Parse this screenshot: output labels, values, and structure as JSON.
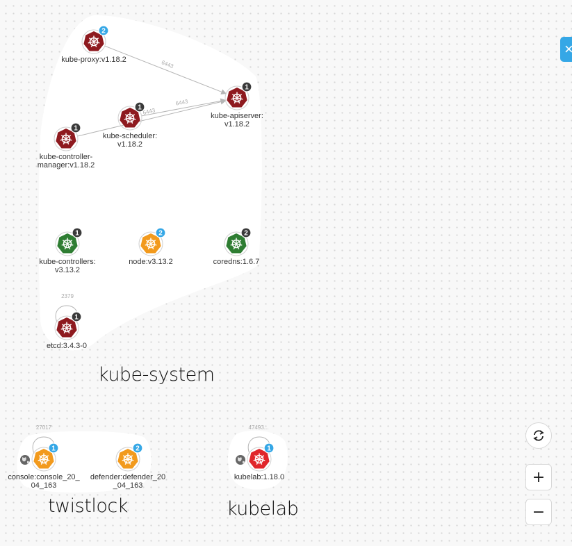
{
  "groups": [
    {
      "name": "kube-system"
    },
    {
      "name": "twistlock"
    },
    {
      "name": "kubelab"
    }
  ],
  "nodes": [
    {
      "id": "kube-proxy",
      "label": "kube-proxy:v1.18.2",
      "color": "#8e1a1f",
      "badge": "2",
      "badge_color": "#35a7e6",
      "external": false
    },
    {
      "id": "kube-apiserver",
      "label": "kube-apiserver:\nv1.18.2",
      "color": "#8e1a1f",
      "badge": "1",
      "badge_color": "#3a3a3a",
      "external": false
    },
    {
      "id": "kube-scheduler",
      "label": "kube-scheduler:\nv1.18.2",
      "color": "#8e1a1f",
      "badge": "1",
      "badge_color": "#3a3a3a",
      "external": false
    },
    {
      "id": "kube-controller-manager",
      "label": "kube-controller-\nmanager:v1.18.2",
      "color": "#8e1a1f",
      "badge": "1",
      "badge_color": "#3a3a3a",
      "external": false
    },
    {
      "id": "kube-controllers",
      "label": "kube-controllers:\nv3.13.2",
      "color": "#2e7d32",
      "badge": "1",
      "badge_color": "#3a3a3a",
      "external": false
    },
    {
      "id": "node",
      "label": "node:v3.13.2",
      "color": "#f29a1d",
      "badge": "2",
      "badge_color": "#35a7e6",
      "external": false
    },
    {
      "id": "coredns",
      "label": "coredns:1.6.7",
      "color": "#2e7d32",
      "badge": "2",
      "badge_color": "#3a3a3a",
      "external": false
    },
    {
      "id": "etcd",
      "label": "etcd:3.4.3-0",
      "color": "#8e1a1f",
      "badge": "1",
      "badge_color": "#3a3a3a",
      "external": false
    },
    {
      "id": "console",
      "label": "console:console_20_\n04_163",
      "color": "#f29a1d",
      "badge": "1",
      "badge_color": "#35a7e6",
      "external": true
    },
    {
      "id": "defender",
      "label": "defender:defender_20\n_04_163",
      "color": "#f29a1d",
      "badge": "2",
      "badge_color": "#35a7e6",
      "external": false
    },
    {
      "id": "kubelab",
      "label": "kubelab:1.18.0",
      "color": "#e0262b",
      "badge": "1",
      "badge_color": "#35a7e6",
      "external": true
    }
  ],
  "edges": [
    {
      "from": "kube-proxy",
      "to": "kube-apiserver",
      "label": "6443"
    },
    {
      "from": "kube-scheduler",
      "to": "kube-apiserver",
      "label": "6443"
    },
    {
      "from": "kube-controller-manager",
      "to": "kube-apiserver",
      "label": "6443"
    },
    {
      "from": "etcd",
      "to": "etcd",
      "label": "2379"
    },
    {
      "from": "console",
      "to": "console",
      "label": "27017"
    },
    {
      "from": "kubelab",
      "to": "kubelab",
      "label": "47493..."
    }
  ],
  "controls": {
    "side_toggle_icon": "×",
    "refresh_icon": "refresh-icon",
    "zoom_in_label": "+",
    "zoom_out_label": "−"
  }
}
